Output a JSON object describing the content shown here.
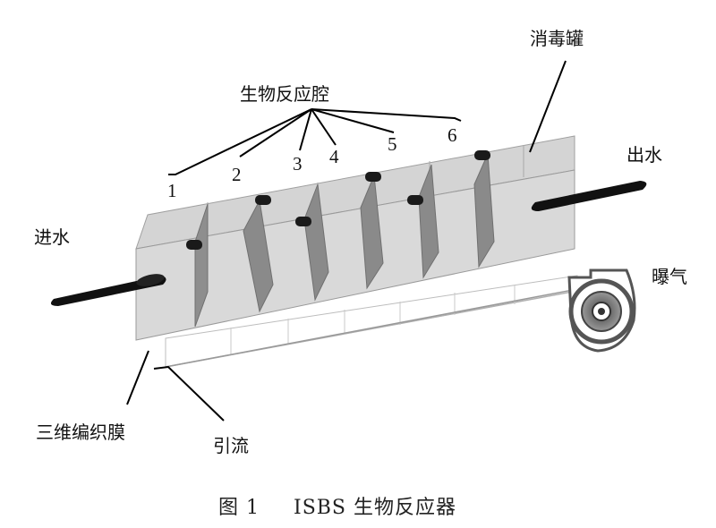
{
  "labels": {
    "bio_chamber": "生物反应腔",
    "disinfection_tank": "消毒罐",
    "outlet": "出水",
    "inlet": "进水",
    "aeration": "曝气",
    "membrane": "三维编织膜",
    "drainage": "引流"
  },
  "chamber_numbers": [
    "1",
    "2",
    "3",
    "4",
    "5",
    "6"
  ],
  "caption": {
    "figure": "图 1",
    "title": "ISBS 生物反应器"
  },
  "icons": {
    "blower": "blower-fan-icon"
  }
}
